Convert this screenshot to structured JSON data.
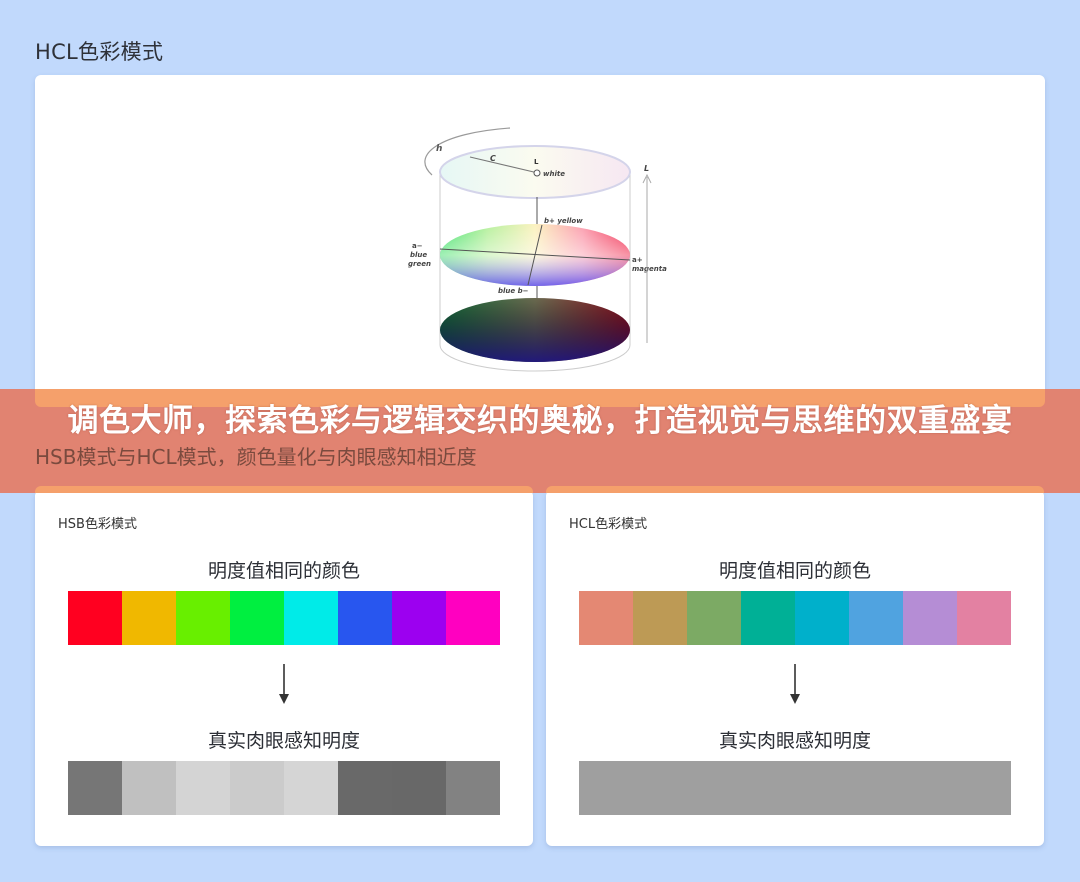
{
  "page": {
    "section_title": "HCL色彩模式",
    "subtitle": "HSB模式与HCL模式，颜色量化与肉眼感知相近度",
    "headline": "调色大师，探索色彩与逻辑交织的奥秘，打造视觉与思维的双重盛宴"
  },
  "diagram": {
    "labels": {
      "hue": "h",
      "chroma": "C",
      "lightness_top": "L",
      "white": "white",
      "b_plus": "b+ yellow",
      "a_minus": "a−",
      "a_minus_desc1": "blue",
      "a_minus_desc2": "green",
      "a_plus": "a+",
      "a_plus_desc": "magenta",
      "b_minus": "blue b−",
      "lightness_axis": "L"
    }
  },
  "left_card": {
    "label": "HSB色彩模式",
    "top_heading": "明度值相同的颜色",
    "bottom_heading": "真实肉眼感知明度",
    "colors": [
      "#ff0020",
      "#f0b800",
      "#68ef00",
      "#00ef40",
      "#00ebe8",
      "#2856ef",
      "#9c00f0",
      "#ff00c0"
    ],
    "perceived": [
      "#767676",
      "#c0c0c0",
      "#d4d4d4",
      "#cbcbcb",
      "#d5d5d5",
      "#696969",
      "#686868",
      "#828282"
    ]
  },
  "right_card": {
    "label": "HCL色彩模式",
    "top_heading": "明度值相同的颜色",
    "bottom_heading": "真实肉眼感知明度",
    "colors": [
      "#e48873",
      "#bd9a55",
      "#7caa64",
      "#00b096",
      "#00b0cb",
      "#50a3e0",
      "#b58dd5",
      "#e381a2"
    ],
    "perceived": [
      "#9f9f9f",
      "#9f9f9f",
      "#9f9f9f",
      "#9f9f9f",
      "#9f9f9f",
      "#9f9f9f",
      "#9f9f9f",
      "#9f9f9f"
    ]
  },
  "colors": {
    "background": "#c1d9fc",
    "banner": "#e2806c",
    "accent_strip": "#f5a06b"
  }
}
